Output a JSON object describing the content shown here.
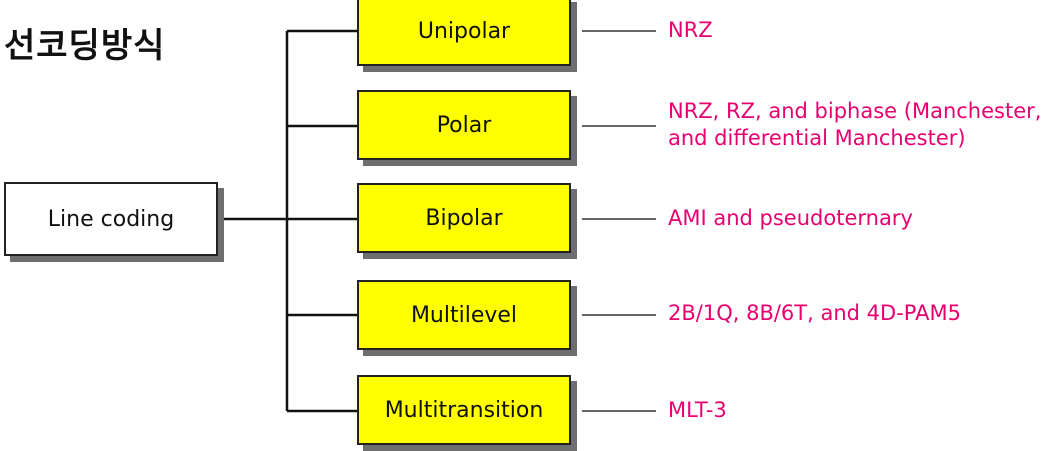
{
  "title": "선코딩방식",
  "root": {
    "label": "Line coding"
  },
  "categories": [
    {
      "label": "Unipolar",
      "schemes": [
        "NRZ"
      ]
    },
    {
      "label": "Polar",
      "schemes": [
        "NRZ, RZ, and biphase (Manchester,",
        "and differential Manchester)"
      ]
    },
    {
      "label": "Bipolar",
      "schemes": [
        "AMI and pseudoternary"
      ]
    },
    {
      "label": "Multilevel",
      "schemes": [
        "2B/1Q,  8B/6T, and 4D-PAM5"
      ]
    },
    {
      "label": "Multitransition",
      "schemes": [
        "MLT-3"
      ]
    }
  ],
  "colors": {
    "category_fill": "#ffff00",
    "scheme_text": "#e8006f",
    "shadow": "#6e6e6e",
    "line": "#111111"
  }
}
